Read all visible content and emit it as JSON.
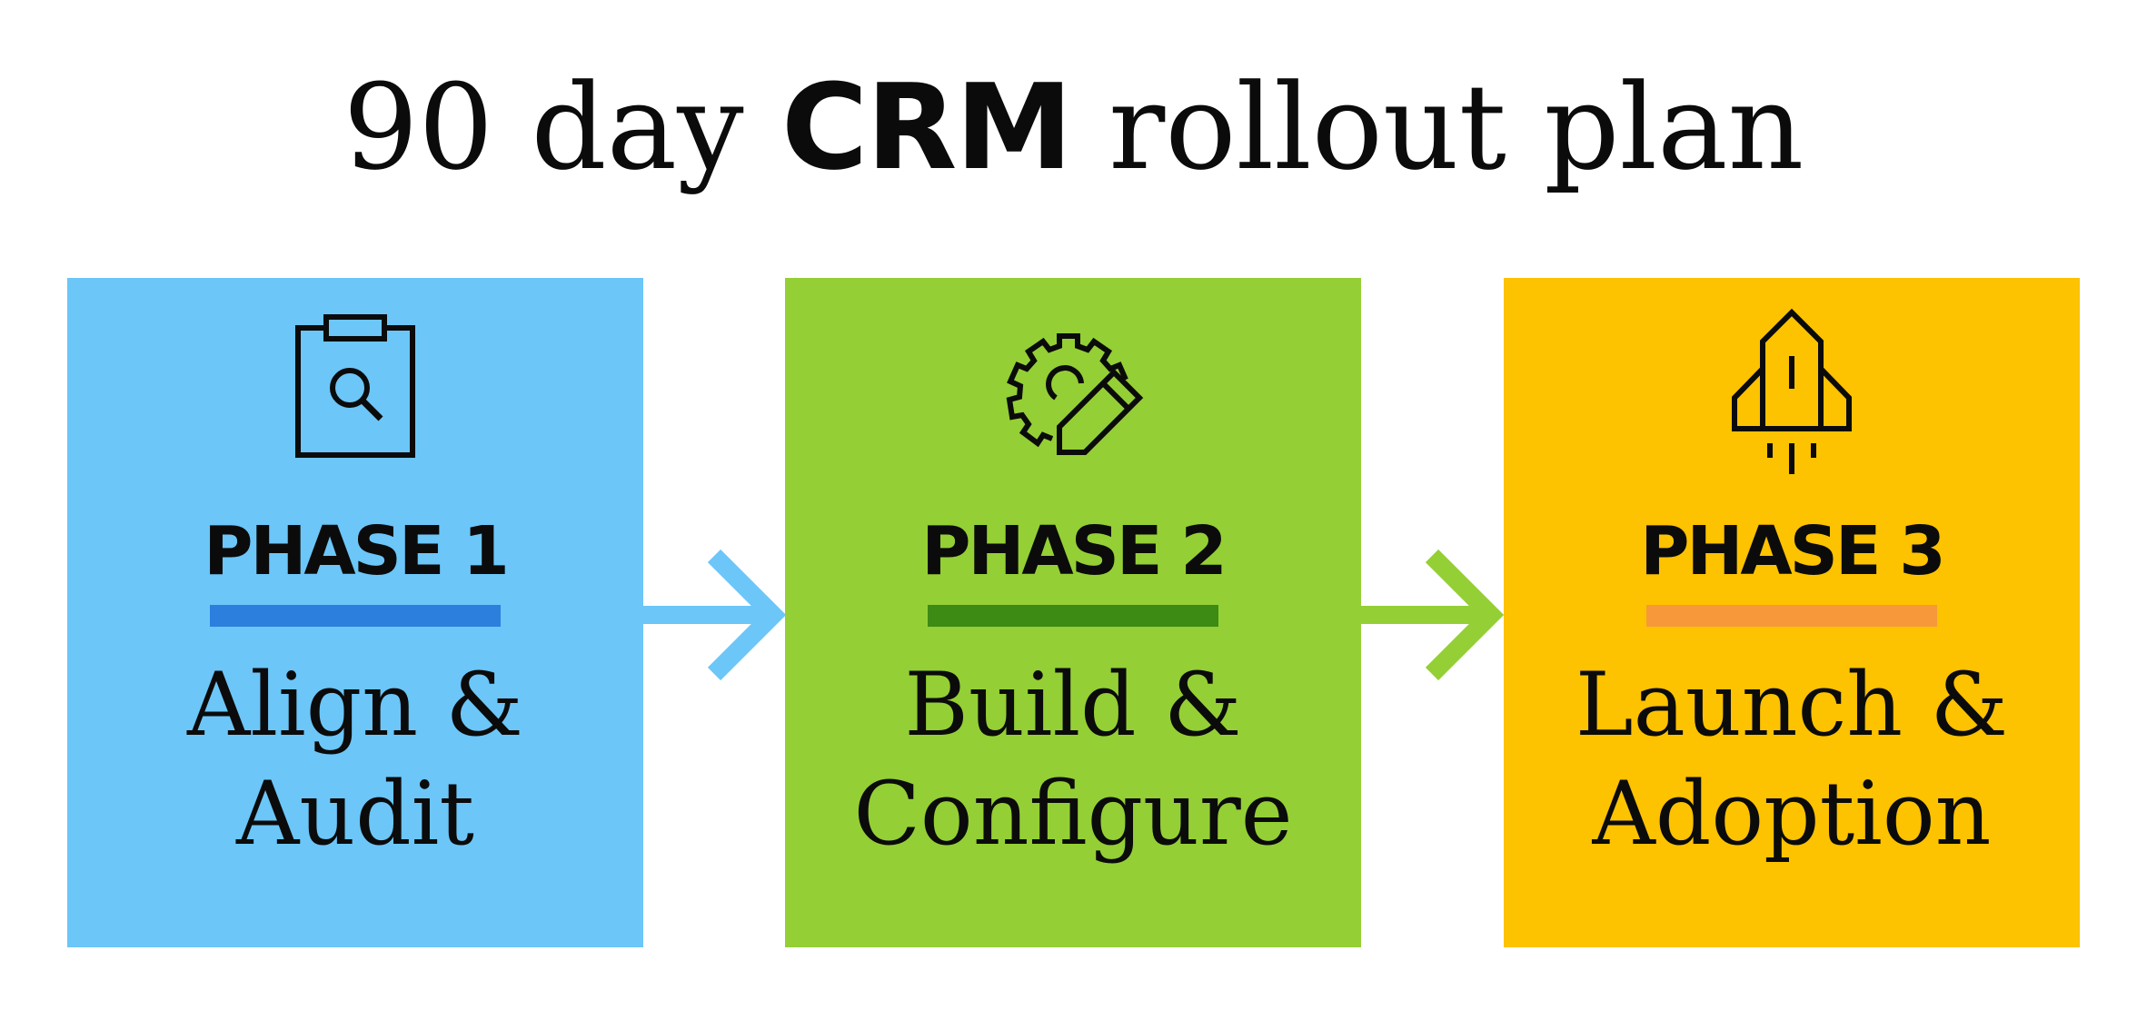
{
  "title": {
    "part1": "90 day ",
    "part2": "CRM",
    "part3": " rollout plan"
  },
  "phases": [
    {
      "label": "PHASE 1",
      "name_line1": "Align &",
      "name_line2": "Audit",
      "icon": "clipboard-search-icon",
      "box_color": "#6cc6f8",
      "bar_color": "#2d7fdd"
    },
    {
      "label": "PHASE 2",
      "name_line1": "Build &",
      "name_line2": "Configure",
      "icon": "gear-pencil-icon",
      "box_color": "#94cf35",
      "bar_color": "#3d8a14"
    },
    {
      "label": "PHASE 3",
      "name_line1": "Launch &",
      "name_line2": "Adoption",
      "icon": "rocket-icon",
      "box_color": "#fdc200",
      "bar_color": "#f7983b"
    }
  ],
  "connectors": [
    {
      "icon": "arrow-right-icon",
      "color": "#6cc6f8"
    },
    {
      "icon": "arrow-right-icon",
      "color": "#94cf35"
    }
  ]
}
